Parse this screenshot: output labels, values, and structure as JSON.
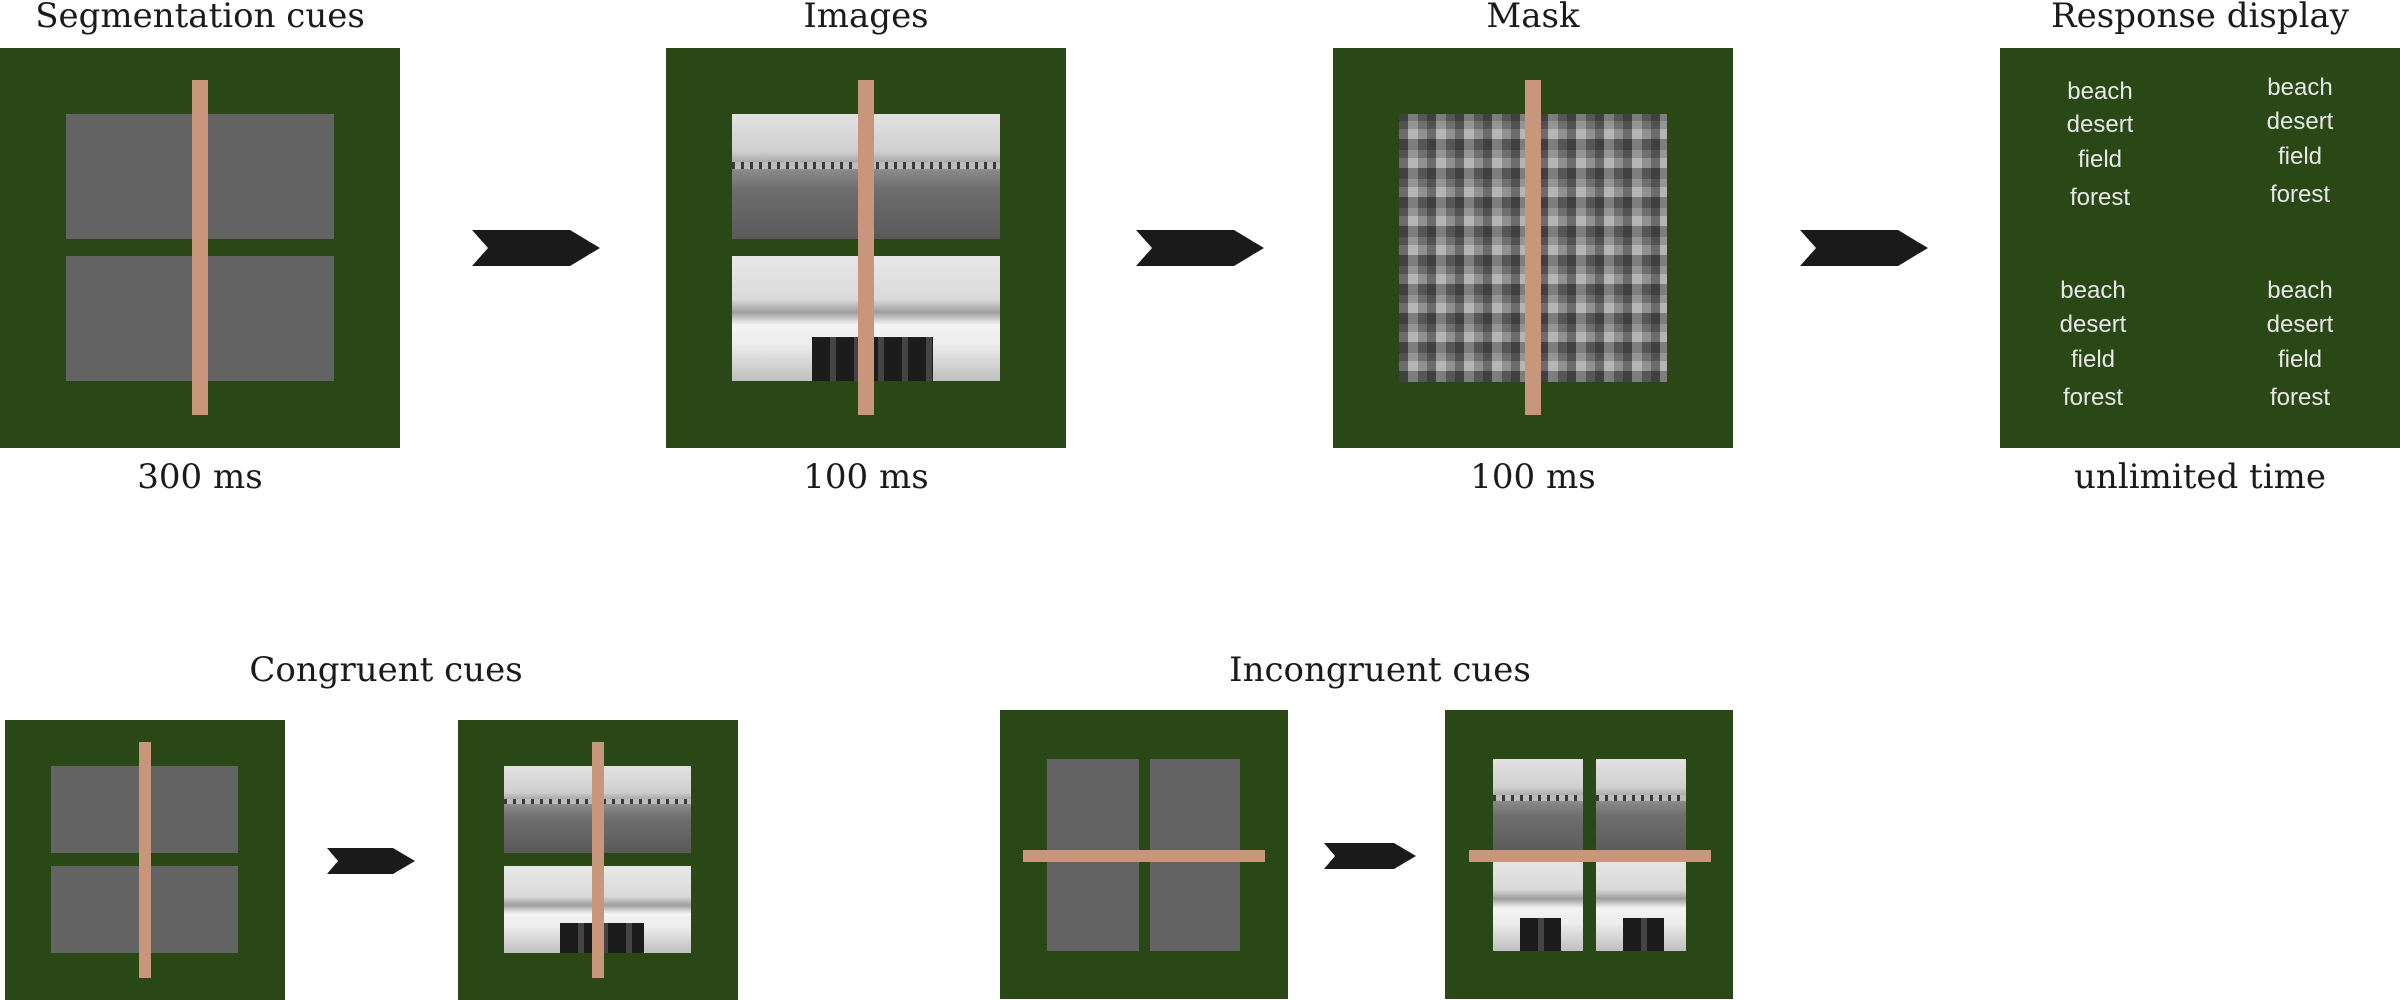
{
  "stages": [
    {
      "title": "Segmentation cues",
      "duration": "300 ms"
    },
    {
      "title": "Images",
      "duration": "100 ms"
    },
    {
      "title": "Mask",
      "duration": "100 ms"
    },
    {
      "title": "Response display",
      "duration": "unlimited time"
    }
  ],
  "response_options": {
    "top_left": [
      "beach",
      "desert",
      "field",
      "forest"
    ],
    "top_right": [
      "beach",
      "desert",
      "field",
      "forest"
    ],
    "bottom_left": [
      "beach",
      "desert",
      "field",
      "forest"
    ],
    "bottom_right": [
      "beach",
      "desert",
      "field",
      "forest"
    ]
  },
  "conditions": [
    {
      "title": "Congruent cues"
    },
    {
      "title": "Incongruent cues"
    }
  ],
  "colors": {
    "panel": "#2a4716",
    "grey_region": "#636363",
    "cue_bar": "#c8967a",
    "arrow": "#1a1a1a"
  }
}
